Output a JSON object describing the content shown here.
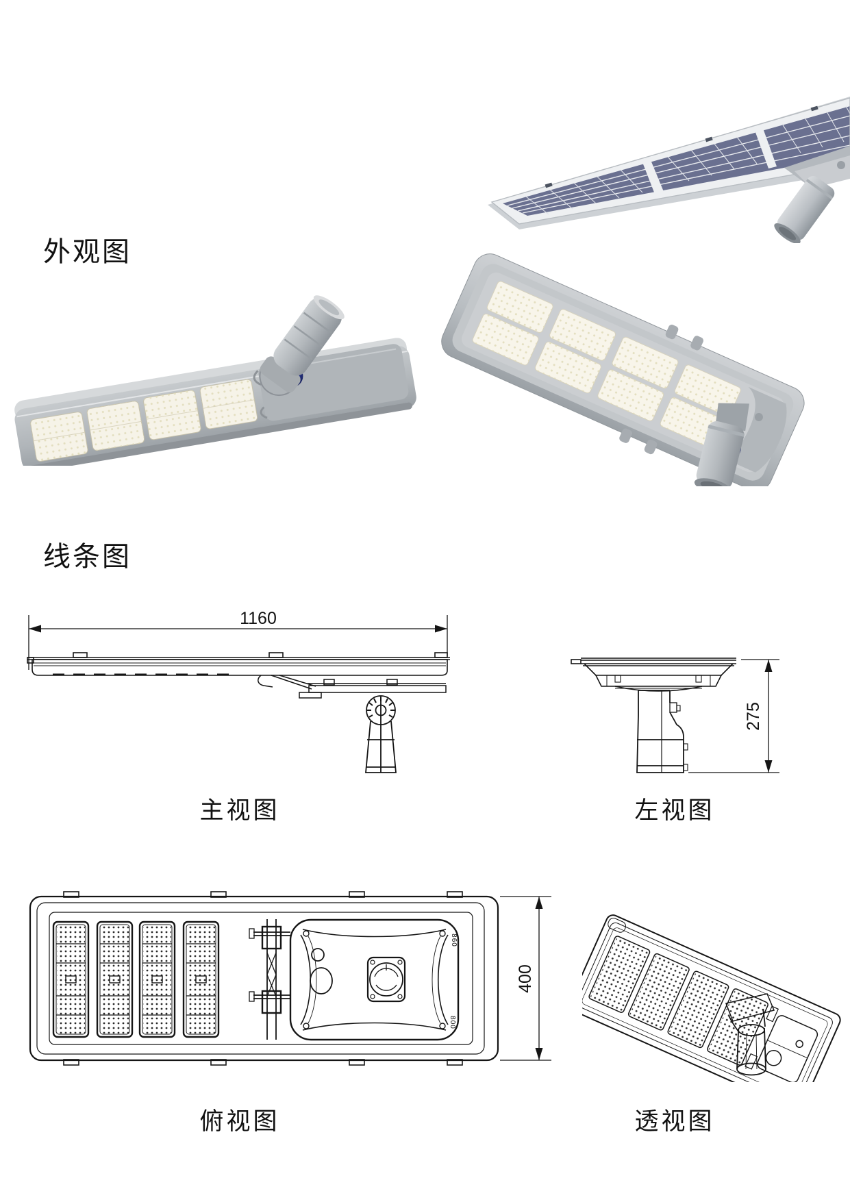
{
  "sections": {
    "appearance": {
      "title": "外观图"
    },
    "line_drawing": {
      "title": "线条图"
    }
  },
  "views": {
    "front": {
      "label": "主视图",
      "dim": "1160"
    },
    "left": {
      "label": "左视图",
      "dim": "275"
    },
    "top": {
      "label": "俯视图",
      "dim": "400",
      "marking_top": "860",
      "marking_bottom": "800"
    },
    "perspective": {
      "label": "透视图"
    }
  },
  "colors": {
    "line": "#151515",
    "solar_cell": "#6a7090",
    "solar_frame": "#eef0f2",
    "body_gray": "#b6babd",
    "body_gray_dark": "#9aa0a5",
    "led_panel": "#f6f3e8",
    "sensor_blue": "#253180"
  }
}
